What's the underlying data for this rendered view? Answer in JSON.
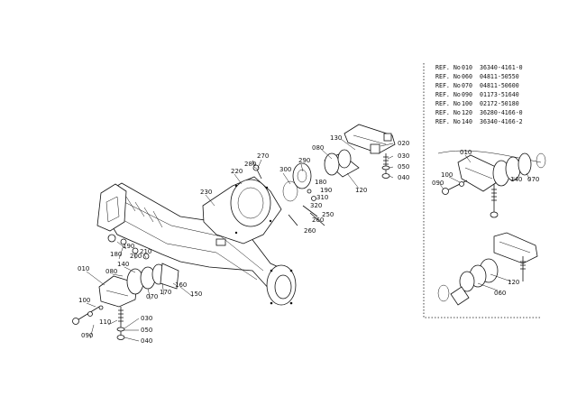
{
  "reference_table": [
    {
      "ref": "REF. No",
      "num": "010",
      "part": "36340-4161-0"
    },
    {
      "ref": "REF. No",
      "num": "060",
      "part": "04811-50550"
    },
    {
      "ref": "REF. No",
      "num": "070",
      "part": "04811-50600"
    },
    {
      "ref": "REF. No",
      "num": "090",
      "part": "01173-51640"
    },
    {
      "ref": "REF. No",
      "num": "100",
      "part": "02172-50180"
    },
    {
      "ref": "REF. No",
      "num": "120",
      "part": "36280-4166-0"
    },
    {
      "ref": "REF. No",
      "num": "140",
      "part": "36340-4166-2"
    }
  ],
  "labels": {
    "main": {
      "p130": "130",
      "p020": "020",
      "p080a": "080",
      "p030a": "030",
      "p050a": "050",
      "p040a": "040",
      "p120a": "120",
      "p270": "270",
      "p280": "280",
      "p300": "300",
      "p290": "290",
      "p180a": "180",
      "p190a": "190",
      "p220": "220",
      "p230": "230",
      "p310": "310",
      "p320": "320",
      "p250": "250",
      "p260a": "260",
      "p260b": "260",
      "p190b": "190",
      "p180b": "180",
      "p200": "200",
      "p210": "210",
      "p140": "140",
      "p080b": "080",
      "p010": "010",
      "p160": "160",
      "p170": "170",
      "p150": "150",
      "p070": "070",
      "p100": "100",
      "p110": "110",
      "p090": "090",
      "p030b": "030",
      "p050b": "050",
      "p040b": "040"
    },
    "detail": {
      "d010": "010",
      "d100": "100",
      "d090": "090",
      "d140": "140",
      "d070": "070",
      "d060": "060",
      "d120": "120"
    }
  }
}
